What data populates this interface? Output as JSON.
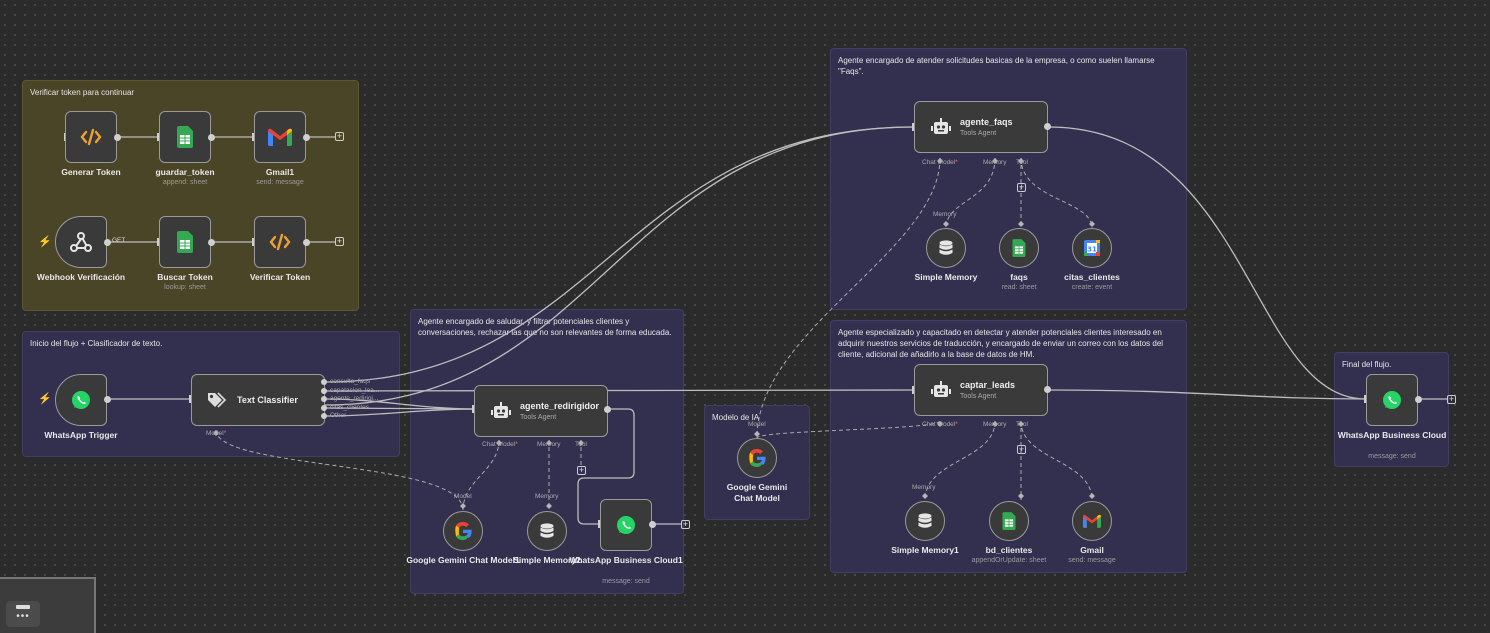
{
  "stickies": {
    "token": "Verificar token para continuar",
    "inicio": "Inicio del flujo + Clasificador de texto.",
    "faqs": "Agente encargado de atender solicitudes basicas de la empresa, o como suelen llamarse \"Faqs\".",
    "saludo": "Agente encargado de saludar, y filtrar potenciales clientes y conversaciones, rechazar las que no son relevantes de forma educada.",
    "modelo": "Modelo de IA",
    "leads": "Agente especializado y capacitado en detectar y atender potenciales clientes interesado en adquirir nuestros servicios de traducción, y encargado de enviar un correo con los datos del cliente, adicional de añadirlo a la base de datos de HM.",
    "final": "Final del flujo."
  },
  "nodes": {
    "generar_token": {
      "label": "Generar Token"
    },
    "guardar_token": {
      "label": "guardar_token",
      "sub": "append: sheet"
    },
    "gmail1": {
      "label": "Gmail1",
      "sub": "send: message"
    },
    "webhook": {
      "label": "Webhook Verificación",
      "method": "GET"
    },
    "buscar_token": {
      "label": "Buscar Token",
      "sub": "lookup: sheet"
    },
    "verificar_token": {
      "label": "Verificar Token"
    },
    "whatsapp_trigger": {
      "label": "WhatsApp Trigger"
    },
    "text_classifier": {
      "label": "Text Classifier",
      "outputs": [
        "consulta_faqs",
        "capatacion_lea...",
        "agente_redirigi...",
        "citas_clientes",
        "Other"
      ],
      "model_port": "Model"
    },
    "agente_redirigidor": {
      "label": "agente_redirigidor",
      "sub": "Tools Agent",
      "ports": [
        "Chat Model",
        "Memory",
        "Tool"
      ]
    },
    "gemini1": {
      "label": "Google Gemini Chat Model1",
      "port": "Model"
    },
    "simple_memory2": {
      "label": "Simple Memory2",
      "port": "Memory"
    },
    "whatsapp_cloud1": {
      "label": "WhatsApp Business Cloud1",
      "sub": "message: send"
    },
    "gemini": {
      "label": "Google Gemini Chat Model",
      "port": "Model"
    },
    "agente_faqs": {
      "label": "agente_faqs",
      "sub": "Tools Agent",
      "ports": [
        "Chat Model",
        "Memory",
        "Tool"
      ]
    },
    "simple_memory": {
      "label": "Simple Memory",
      "port": "Memory"
    },
    "faqs": {
      "label": "faqs",
      "sub": "read: sheet"
    },
    "citas_clientes": {
      "label": "citas_clientes",
      "sub": "create: event"
    },
    "captar_leads": {
      "label": "captar_leads",
      "sub": "Tools Agent",
      "ports": [
        "Chat Model",
        "Memory",
        "Tool"
      ]
    },
    "simple_memory1": {
      "label": "Simple Memory1",
      "port": "Memory"
    },
    "bd_clientes": {
      "label": "bd_clientes",
      "sub": "appendOrUpdate: sheet"
    },
    "gmail": {
      "label": "Gmail",
      "sub": "send: message"
    },
    "whatsapp_cloud": {
      "label": "WhatsApp Business Cloud",
      "sub": "message: send"
    }
  },
  "panel": {
    "icon": "keyboard-icon"
  },
  "colors": {
    "canvas": "#2b2b2b",
    "sticky_yellow": "#4a4527",
    "sticky_purple": "#33304f",
    "whatsapp": "#25d366",
    "sheets": "#34a853",
    "code": "#f0a030",
    "required": "#ff6d5a"
  }
}
